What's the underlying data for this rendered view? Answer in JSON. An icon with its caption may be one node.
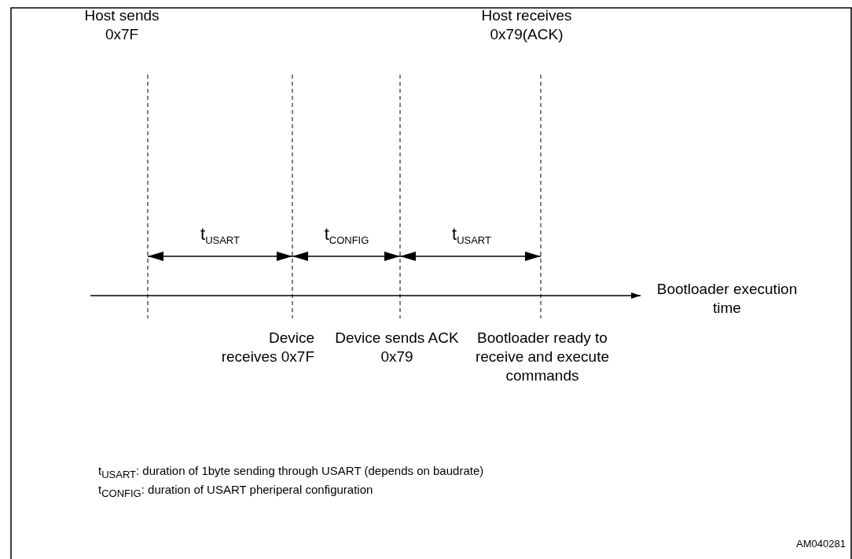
{
  "diagram": {
    "labels": [
      "Host sends 0x7F",
      "Host receives 0x79(ACK)",
      "t$_{USART}$",
      "t$_{CONFIG}$",
      "t$_{USART}$",
      "Bootloader execution time",
      "Device receives 0x7F",
      "Device sends ACK 0x79",
      "Bootloader ready to receive and execute commands",
      "t$_{USART}$: duration of 1byte sending through USART (depends on baudrate)",
      "t$_{CONFIG}$: duration of USART pheriperal configuration",
      "AM040281"
    ]
  }
}
